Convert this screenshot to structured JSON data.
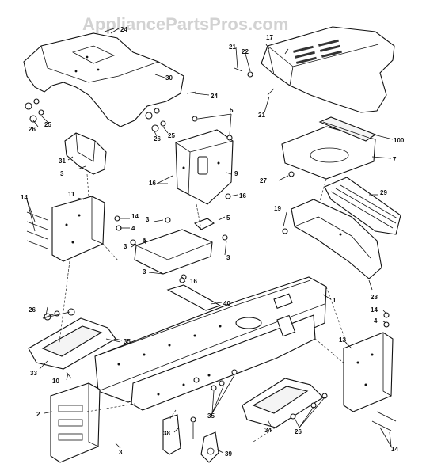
{
  "watermark": "AppliancePartsPros.com",
  "labels": {
    "l1": "1",
    "l2": "2",
    "l3a": "3",
    "l3b": "3",
    "l3c": "3",
    "l3d": "3",
    "l3e": "3",
    "l3f": "3",
    "l4a": "4",
    "l4b": "4",
    "l5a": "5",
    "l5b": "5",
    "l6": "6",
    "l7": "7",
    "l9": "9",
    "l10": "10",
    "l11": "11",
    "l13": "13",
    "l14a": "14",
    "l14b": "14",
    "l14c": "14",
    "l14d": "14",
    "l16a": "16",
    "l16b": "16",
    "l16c": "16",
    "l17": "17",
    "l19": "19",
    "l21a": "21",
    "l21b": "21",
    "l22": "22",
    "l24a": "24",
    "l24b": "24",
    "l25a": "25",
    "l25b": "25",
    "l26a": "26",
    "l26b": "26",
    "l26c": "26",
    "l26d": "26",
    "l27": "27",
    "l28": "28",
    "l29": "29",
    "l30": "30",
    "l31": "31",
    "l33": "33",
    "l34": "34",
    "l35a": "35",
    "l35b": "35",
    "l38": "38",
    "l39": "39",
    "l40": "40",
    "l100": "100"
  }
}
